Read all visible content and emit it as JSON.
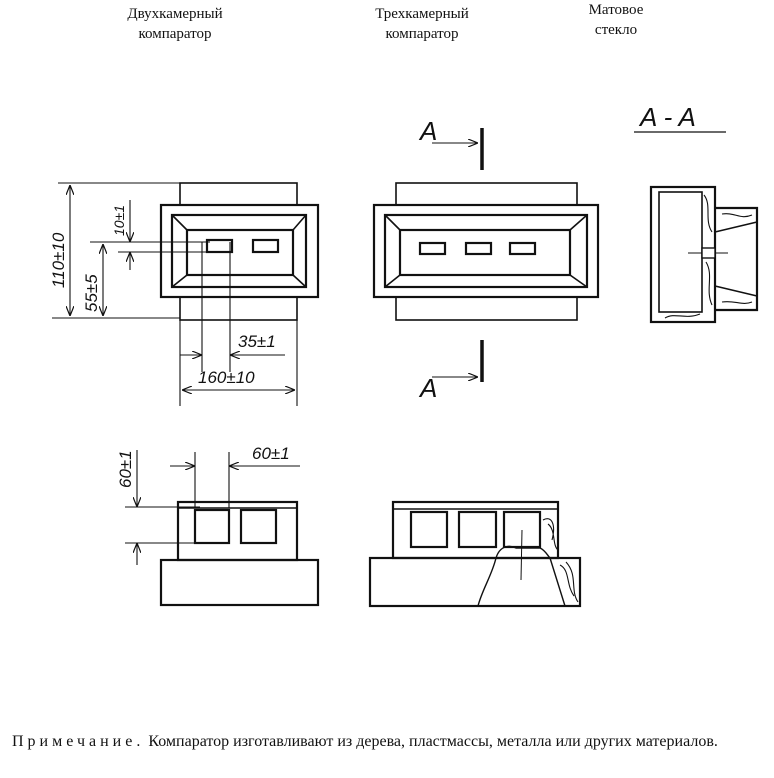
{
  "headers": {
    "two_chamber": [
      "Двухкамерный",
      "компаратор"
    ],
    "three_chamber": [
      "Трехкамерный",
      "компаратор"
    ],
    "matte_glass": [
      "Матовое",
      "стекло"
    ]
  },
  "dimensions": {
    "height_total": "110±10",
    "height_slot_center": "55±5",
    "slot_height": "10±1",
    "slot_spacing": "35±1",
    "width_total": "160±10",
    "chamber_width": "60±1",
    "chamber_depth": "60±1"
  },
  "section": {
    "marker": "A",
    "title": "A - A"
  },
  "note": {
    "label": "Примечание.",
    "text": "Компаратор изготавливают из дерева, пластмассы, металла или других материалов."
  }
}
